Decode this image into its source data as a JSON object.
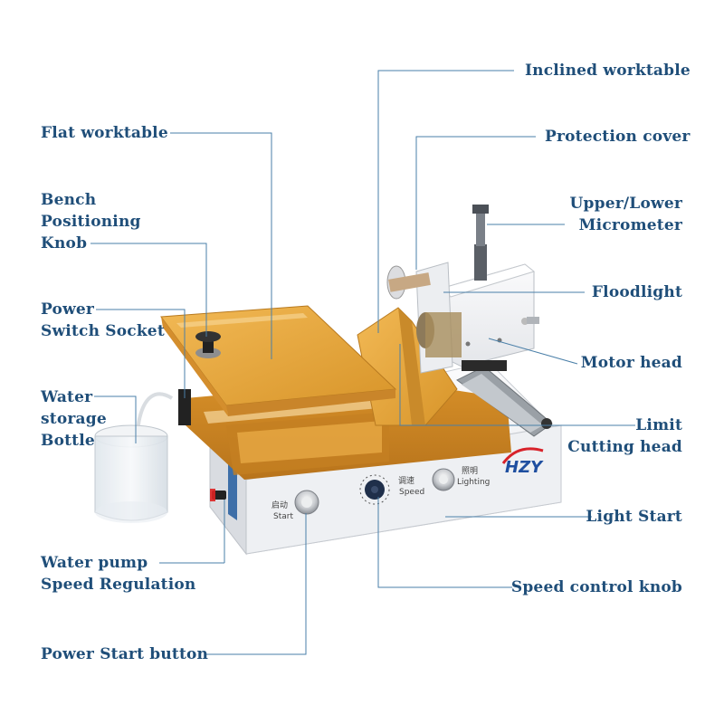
{
  "labels": {
    "inclined_worktable": "Inclined worktable",
    "flat_worktable": "Flat worktable",
    "protection_cover": "Protection cover",
    "bench_knob_line1": "Bench",
    "bench_knob_line2": "Positioning",
    "bench_knob_line3": "Knob",
    "micrometer_line1": "Upper/Lower",
    "micrometer_line2": "Micrometer",
    "power_socket_line1": "Power",
    "power_socket_line2": "Switch Socket",
    "floodlight": "Floodlight",
    "motor_head": "Motor head",
    "water_bottle_line1": "Water",
    "water_bottle_line2": "storage",
    "water_bottle_line3": "Bottle",
    "limit": "Limit",
    "cutting_head": "Cutting head",
    "light_start": "Light Start",
    "pump_line1": "Water pump",
    "pump_line2": "Speed Regulation",
    "speed_knob": "Speed control knob",
    "power_start": "Power Start button"
  },
  "panel": {
    "start_cn": "启动",
    "start_en": "Start",
    "speed_cn": "调速",
    "speed_en": "Speed",
    "light_cn": "照明",
    "light_en": "Lighting",
    "brand": "HZY"
  },
  "colors": {
    "label": "#1f4e79",
    "leader": "#4a7fa8",
    "table_gold": "#e8a93a",
    "body_white": "#f2f3f5"
  }
}
